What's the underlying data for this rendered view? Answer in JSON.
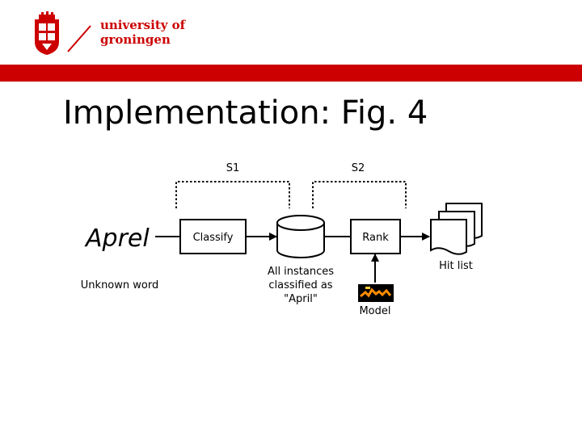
{
  "header": {
    "logo_line1": "university of",
    "logo_line2": "groningen",
    "bar_color": "#cc0000"
  },
  "slide": {
    "title": "Implementation: Fig. 4"
  },
  "diagram": {
    "stage1_label": "S1",
    "stage2_label": "S2",
    "input_word_text": "Aprel",
    "input_caption": "Unknown word",
    "classify_label": "Classify",
    "database_caption": [
      "All instances",
      "classified as",
      "\"April\""
    ],
    "rank_label": "Rank",
    "model_caption": "Model",
    "hitlist_caption": "Hit list"
  },
  "icons": {
    "logo": "university-shield-icon",
    "database": "database-cylinder-icon",
    "hitlist": "document-stack-icon",
    "model": "model-thumbnail-icon"
  }
}
